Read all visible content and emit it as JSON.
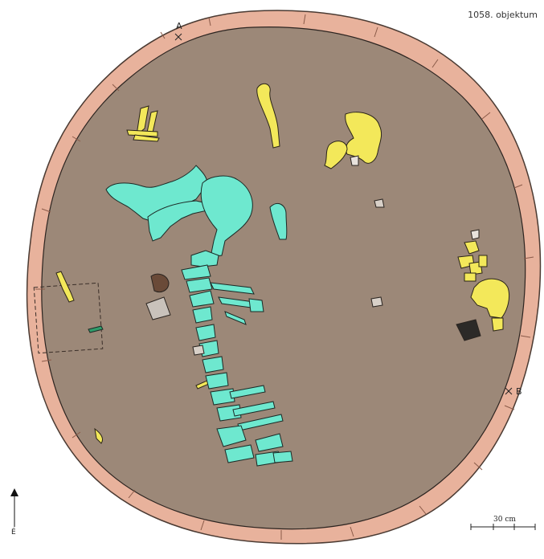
{
  "title": "1058. objektum",
  "point_a": "A",
  "point_b": "B",
  "north_label": "É",
  "scale_label": "30 cm",
  "colors": {
    "rim": "#e8b29c",
    "pit_fill": "#9c8878",
    "bone_animal": "#6ee8cf",
    "bone_other": "#f3e85a",
    "sherd": "#c9c2bb",
    "dark_find": "#2c2a28"
  }
}
